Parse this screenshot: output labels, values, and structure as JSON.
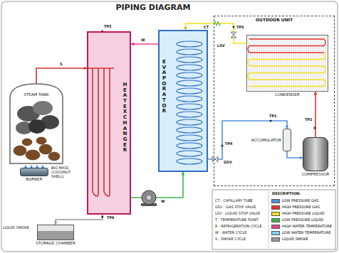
{
  "diagram": {
    "title": "PIPING DIAGRAM",
    "nodes": [
      {
        "text": [
          "STEAM TANK"
        ]
      },
      {
        "text": [
          "BURNER"
        ]
      },
      {
        "text": [
          "HEAT EXCHANGER"
        ]
      },
      {
        "text": [
          "EVAPORATOR"
        ]
      },
      {
        "text": [
          "STORAGE CHAMBER"
        ]
      },
      {
        "text": [
          "OUTDOOR UNIT"
        ]
      },
      {
        "text": [
          "CONDENSER"
        ],
        "in": 5
      },
      {
        "text": [
          "ACCUMULATOR"
        ],
        "in": 5
      },
      {
        "text": [
          "COMPRESSOR"
        ],
        "in": 5
      }
    ],
    "edges": [
      {
        "from": 0,
        "to": 2,
        "arrow": "to"
      },
      {
        "from": 2,
        "to": 4,
        "arrow": "to"
      },
      {
        "from": 3,
        "to": 2,
        "arrow": "to"
      },
      {
        "from": 2,
        "to": 3,
        "arrow": "to"
      },
      {
        "from": 8,
        "to": 6,
        "arrow": "to"
      },
      {
        "from": 6,
        "to": 3,
        "arrow": "to"
      },
      {
        "from": 3,
        "to": 7,
        "arrow": "to"
      },
      {
        "from": 7,
        "to": 8,
        "arrow": "to"
      }
    ],
    "labels": [
      "TP5",
      "S",
      "W",
      "TP6",
      "W",
      "CT",
      "TP3",
      "LSV",
      "TP2",
      "TP1",
      "TP4",
      "GSV",
      "BIO MASS (COCONUT SHELL)",
      "LIQUID SMOKE",
      "DESCRIPTION:",
      "CT : CAPILLARY TUBE",
      "GSV : GAS STOP VALVE",
      "LSV : LIQUID STOP VALVE",
      "T : TEMPERATURE POINT",
      "R : REFRIGERATION CYCLE",
      "W : WATER CYCLE",
      "S : SMOKE CYCLE"
    ],
    "legend": [
      {
        "text": "LOW PRESSURE GAS",
        "color": "#4f8fe0"
      },
      {
        "text": "HIGH PRESSURE GAS",
        "color": "#e8322b"
      },
      {
        "text": "HIGH PRESSURE LIQUID",
        "color": "#f5e11a"
      },
      {
        "text": "LOW PRESSURE LIQUID",
        "color": "#3db54a"
      },
      {
        "text": "HIGH WATER TEMPERATURE",
        "color": "#e83e8c"
      },
      {
        "text": "LOW WATER TEMPERATURE",
        "color": "#7fd0f0"
      },
      {
        "text": "LIQUID SMOKE",
        "color": "#9a9a9a"
      }
    ]
  }
}
